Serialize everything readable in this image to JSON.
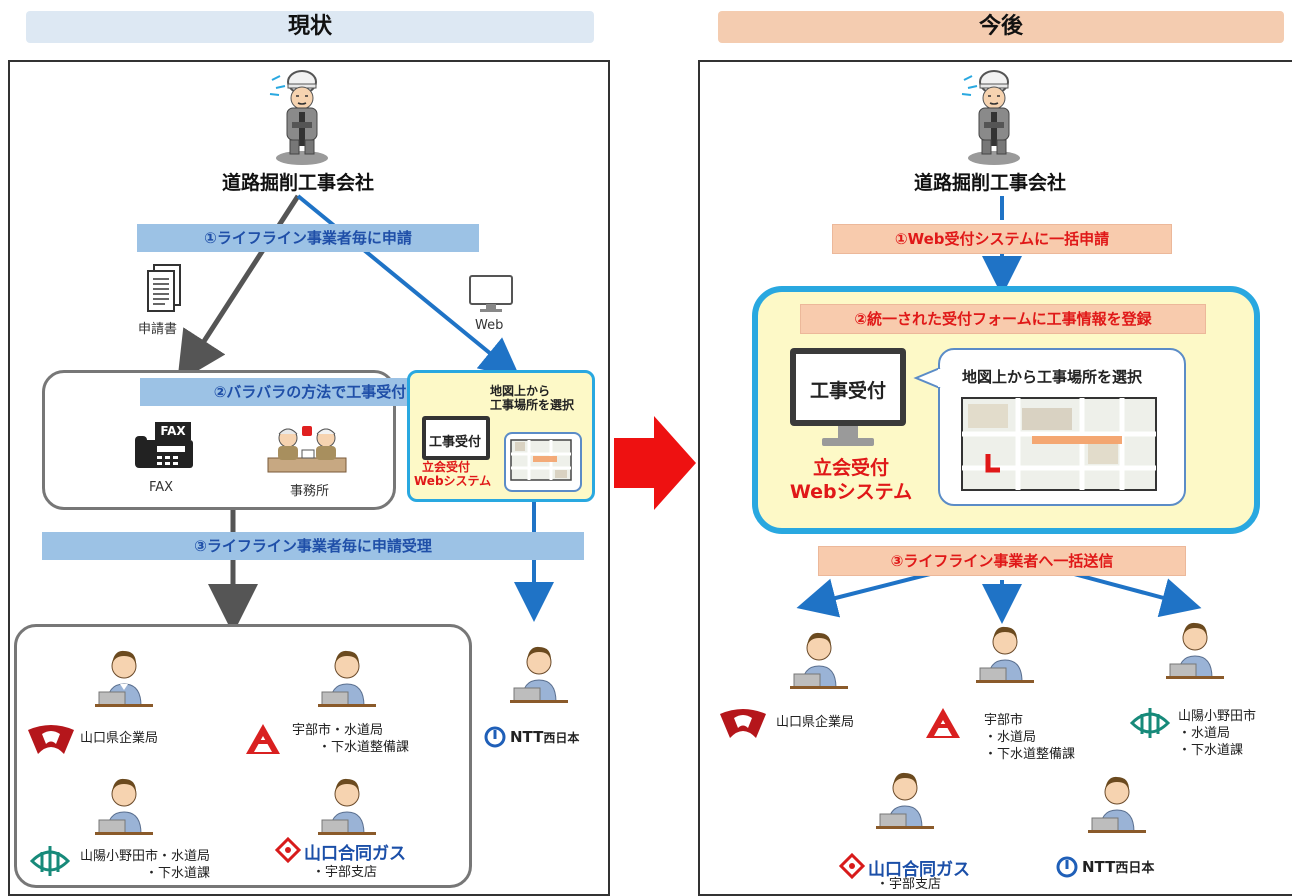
{
  "headers": {
    "current": "現状",
    "future": "今後"
  },
  "current": {
    "company": "道路掘削工事会社",
    "step1": "①ライフライン事業者毎に申請",
    "doc_label": "申請書",
    "web_label": "Web",
    "step2": "②バラバラの方法で工事受付",
    "fax_label": "FAX",
    "fax_icon_text": "FAX",
    "office_label": "事務所",
    "map_select": "地図上から\n工事場所を選択",
    "monitor_text": "工事受付",
    "system_name": "立会受付\nWebシステム",
    "step3": "③ライフライン事業者毎に申請受理",
    "orgs": {
      "yamaguchi": "山口県企業局",
      "ube": "宇部市・水道局\n　　・下水道整備課",
      "sanyo": "山陽小野田市・水道局\n　　　　　・下水道課",
      "gas_logo": "山口合同ガス",
      "gas_branch": "・宇部支店",
      "ntt_logo": "NTT",
      "ntt_suffix": "西日本"
    }
  },
  "future": {
    "company": "道路掘削工事会社",
    "step1": "①Web受付システムに一括申請",
    "step2": "②統一された受付フォームに工事情報を登録",
    "monitor_text": "工事受付",
    "map_select": "地図上から工事場所を選択",
    "system_name": "立会受付\nWebシステム",
    "step3": "③ライフライン事業者へ一括送信",
    "orgs": {
      "yamaguchi": "山口県企業局",
      "ube": "宇部市\n・水道局\n・下水道整備課",
      "sanyo": "山陽小野田市\n・水道局\n・下水道課",
      "gas_logo": "山口合同ガス",
      "gas_branch": "・宇部支店",
      "ntt_logo": "NTT",
      "ntt_suffix": "西日本"
    }
  },
  "colors": {
    "blue_bar": "#9cc2e5",
    "blue_text": "#1f4fa8",
    "orange_bar": "#f8cbad",
    "red_text": "#e01818",
    "web_border": "#29a8e0",
    "web_fill": "#fdf9c7",
    "arrow_blue": "#1f73c6",
    "arrow_gray": "#555555",
    "big_arrow": "#ee1111"
  }
}
